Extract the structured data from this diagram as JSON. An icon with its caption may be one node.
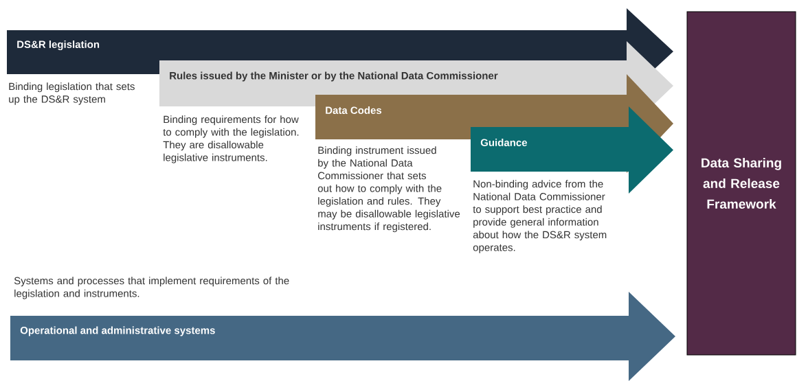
{
  "diagram": {
    "nodes": [
      {
        "text": [
          "DS&R legislation"
        ],
        "beside": [
          "Binding legislation that sets up the DS&R system"
        ]
      },
      {
        "text": [
          "Rules issued by the Minister or by the National Data Commissioner"
        ],
        "beside": [
          "Binding requirements for how to comply with the legislation. They are disallowable legislative instruments."
        ]
      },
      {
        "text": [
          "Data Codes"
        ],
        "beside": [
          "Binding instrument issued by the National Data Commissioner that sets out how to comply with the legislation and rules. They may be disallowable legislative instruments if registered."
        ]
      },
      {
        "text": [
          "Guidance"
        ],
        "beside": [
          "Non-binding advice from the National Data Commissioner to support best practice and provide general information about how the DS&R system operates."
        ]
      },
      {
        "text": [
          "Operational and administrative systems"
        ],
        "beside": [
          "Systems and processes that implement requirements of the legislation and instruments."
        ]
      },
      {
        "text": [
          "Data Sharing and Release Framework"
        ]
      }
    ]
  }
}
